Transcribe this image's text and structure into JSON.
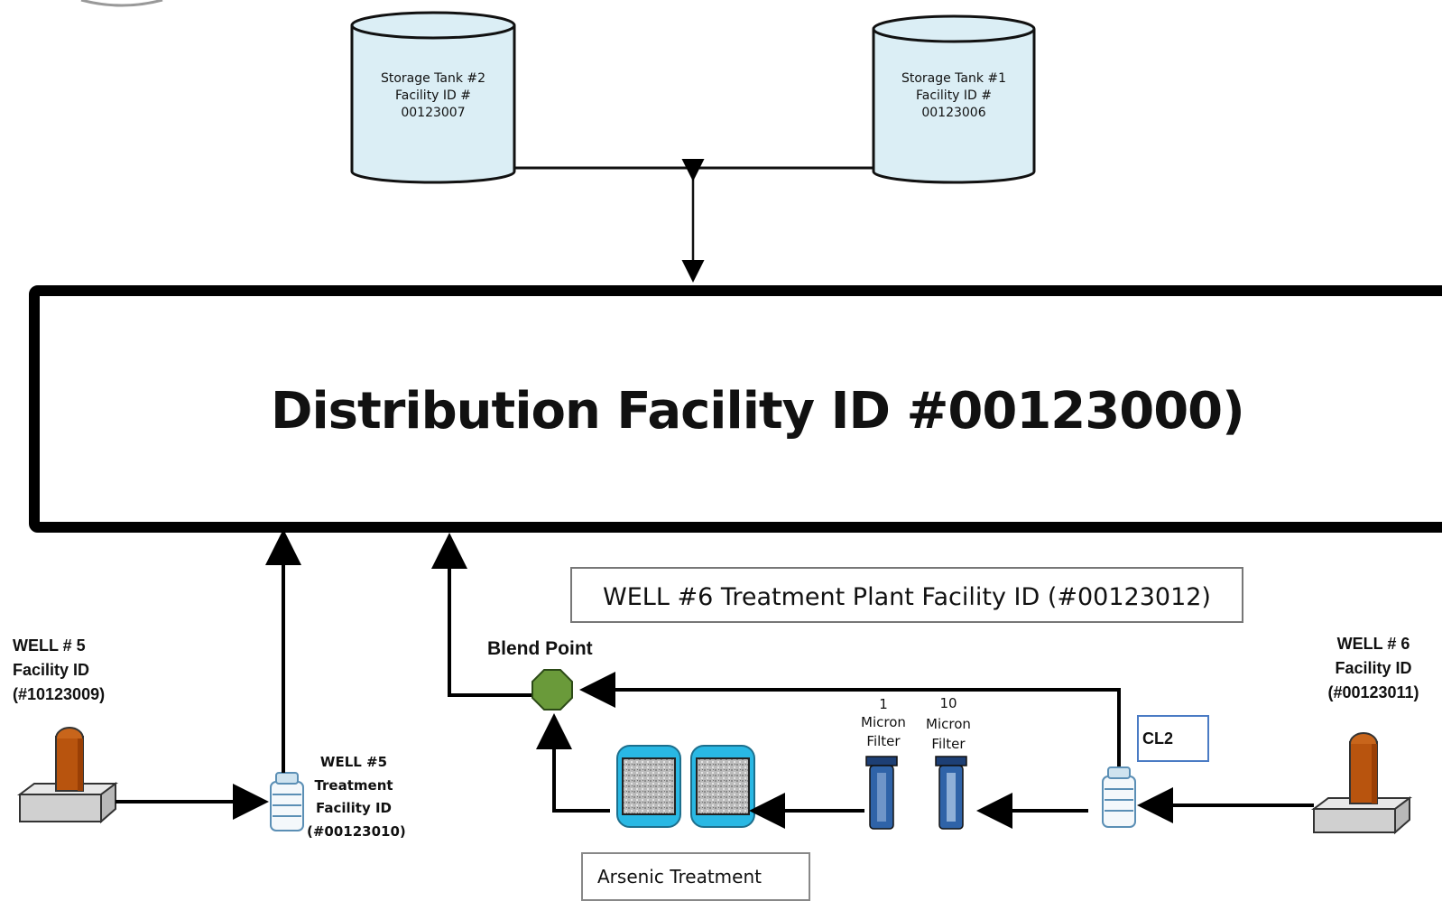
{
  "distribution": {
    "title": "Distribution Facility ID #00123000)"
  },
  "storage_tanks": [
    {
      "line1": "Storage Tank #2",
      "line2": "Facility ID #",
      "line3": "00123007"
    },
    {
      "line1": "Storage Tank #1",
      "line2": "Facility ID #",
      "line3": "00123006"
    }
  ],
  "well5": {
    "line1": "WELL # 5",
    "line2": "Facility ID",
    "line3": "(#10123009)"
  },
  "well5_treatment": {
    "line1": "WELL #5",
    "line2": "Treatment",
    "line3": "Facility ID",
    "line4": "(#00123010)"
  },
  "well6": {
    "line1": "WELL # 6",
    "line2": "Facility ID",
    "line3": "(#00123011)"
  },
  "well6_plant": {
    "title": "WELL #6 Treatment Plant  Facility ID (#00123012)"
  },
  "blend_point": {
    "label": "Blend Point"
  },
  "filters": [
    {
      "line1": "1",
      "line2": "Micron",
      "line3": "Filter"
    },
    {
      "line1": "10",
      "line2": "Micron",
      "line3": "Filter"
    }
  ],
  "cl2": {
    "label": "CL2"
  },
  "arsenic": {
    "label": "Arsenic  Treatment"
  },
  "colors": {
    "tank_fill": "#dbeef5",
    "blend_fill": "#6a9a3a",
    "pump_body": "#b8540e",
    "arsenic_fill": "#29b8e4",
    "filter_fill": "#2f63a8",
    "cl2_border": "#4a7bc4"
  }
}
